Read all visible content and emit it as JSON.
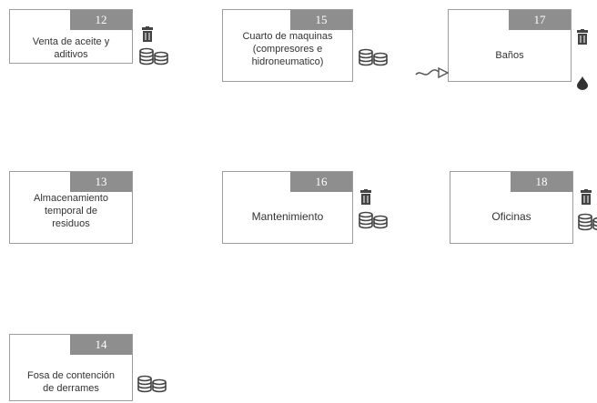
{
  "cards": [
    {
      "number": "12",
      "label": "Venta de aceite y\naditivos"
    },
    {
      "number": "15",
      "label": "Cuarto de maquinas\n(compresores e\nhidroneumatico)"
    },
    {
      "number": "17",
      "label": "Baños"
    },
    {
      "number": "13",
      "label": "Almacenamiento\ntemporal de\nresiduos"
    },
    {
      "number": "16",
      "label": "Mantenimiento"
    },
    {
      "number": "18",
      "label": "Oficinas"
    },
    {
      "number": "14",
      "label": "Fosa de contención\nde derrames"
    }
  ],
  "icons": {
    "trash": "trash-icon",
    "coins": "coins-stack-icon",
    "arrow": "wavy-arrow-icon",
    "drop": "drop-icon"
  },
  "colors": {
    "badge": "#8e8e8e",
    "border": "#9c9c9c",
    "icon": "#444444"
  }
}
